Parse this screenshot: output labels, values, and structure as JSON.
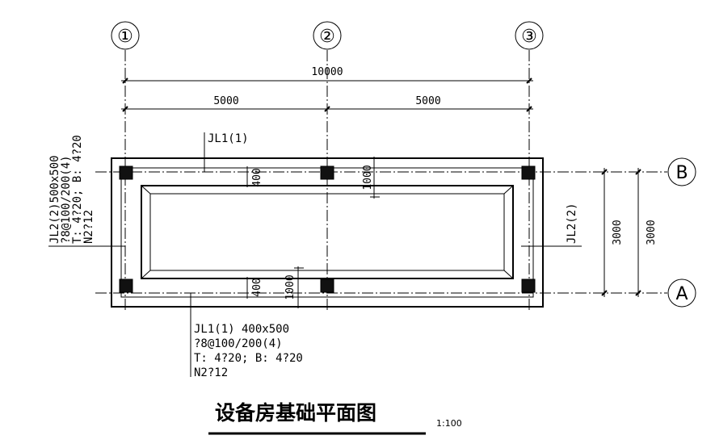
{
  "axes": {
    "col_1": "①",
    "col_2": "②",
    "col_3": "③",
    "row_b": "B",
    "row_a": "A"
  },
  "dimensions": {
    "overall": "10000",
    "span_left": "5000",
    "span_right": "5000",
    "beam_width_top": "400",
    "beam_width_bottom": "400",
    "top_footing": "1000",
    "bottom_footing": "1000",
    "right_inner": "3000",
    "right_outer": "3000"
  },
  "labels": {
    "jl1_top": "JL1(1)",
    "jl2_right": "JL2(2)",
    "jl2_left": [
      "JL2(2)500x500",
      "?8@100/200(4)",
      "T: 4?20; B: 4?20",
      "N2?12"
    ],
    "jl1_bottom": [
      "JL1(1) 400x500",
      "?8@100/200(4)",
      "T: 4?20; B: 4?20",
      "N2?12"
    ]
  },
  "title": {
    "text": "设备房基础平面图",
    "scale": "1:100"
  }
}
